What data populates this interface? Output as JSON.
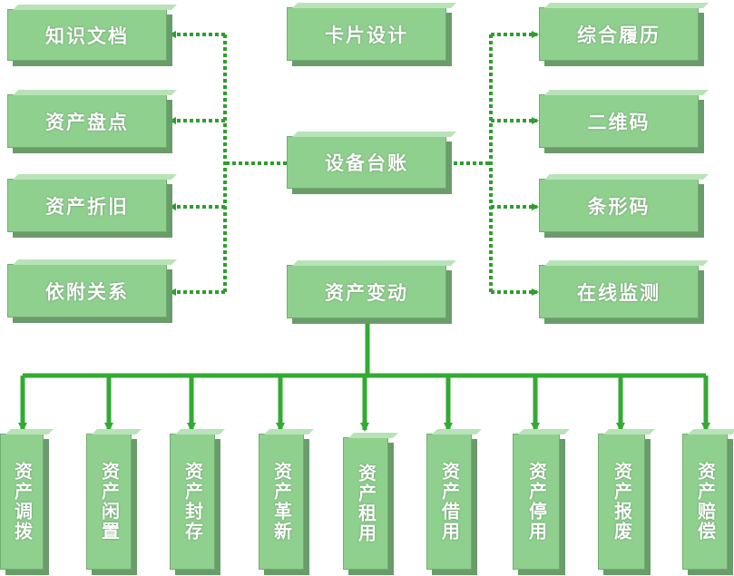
{
  "diagram": {
    "top_center": "卡片设计",
    "center": "设备台账",
    "bottom_center": "资产变动",
    "left_nodes": [
      "知识文档",
      "资产盘点",
      "资产折旧",
      "依附关系"
    ],
    "right_nodes": [
      "综合履历",
      "二维码",
      "条形码",
      "在线监测"
    ],
    "bottom_nodes": [
      "资产调拨",
      "资产闲置",
      "资产封存",
      "资产革新",
      "资产租用",
      "资产借用",
      "资产停用",
      "资产报废",
      "资产赔偿"
    ],
    "colors": {
      "box_fill": "#8fd08f",
      "box_text": "#ffffff",
      "dotted_connector": "#2e9e2e",
      "solid_connector": "#33aa33"
    }
  }
}
